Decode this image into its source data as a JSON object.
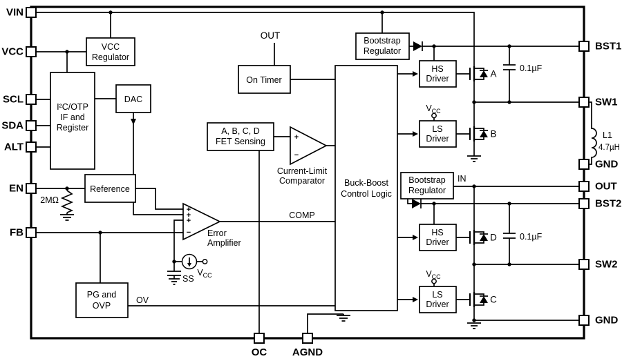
{
  "diagram": {
    "pins": {
      "left": [
        "VIN",
        "VCC",
        "SCL",
        "SDA",
        "ALT",
        "EN",
        "FB"
      ],
      "right": [
        "BST1",
        "SW1",
        "GND",
        "OUT",
        "BST2",
        "SW2",
        "GND"
      ],
      "bottom": [
        "OC",
        "AGND"
      ]
    },
    "blocks": {
      "vcc_regulator": {
        "l1": "VCC",
        "l2": "Regulator"
      },
      "i2c_otp": {
        "l1": "I²C/OTP",
        "l2": "IF and",
        "l3": "Register"
      },
      "dac": {
        "l1": "DAC"
      },
      "reference": {
        "l1": "Reference"
      },
      "on_timer": {
        "l1": "On Timer"
      },
      "fet_sensing": {
        "l1": "A, B, C, D",
        "l2": "FET Sensing"
      },
      "buck_boost_logic": {
        "l1": "Buck-Boost",
        "l2": "Control Logic"
      },
      "bootstrap_reg1": {
        "l1": "Bootstrap",
        "l2": "Regulator"
      },
      "hs_driver1": {
        "l1": "HS",
        "l2": "Driver"
      },
      "ls_driver1": {
        "l1": "LS",
        "l2": "Driver"
      },
      "bootstrap_reg2": {
        "l1": "Bootstrap",
        "l2": "Regulator"
      },
      "hs_driver2": {
        "l1": "HS",
        "l2": "Driver"
      },
      "ls_driver2": {
        "l1": "LS",
        "l2": "Driver"
      },
      "pg_ovp": {
        "l1": "PG and",
        "l2": "OVP"
      }
    },
    "amplifiers": {
      "error_amp": {
        "l1": "Error",
        "l2": "Amplifier"
      },
      "current_limit_comparator": {
        "l1": "Current-Limit",
        "l2": "Comparator"
      }
    },
    "net_labels": {
      "out_top": "OUT",
      "comp": "COMP",
      "ov": "OV",
      "ss": "SS",
      "in_net": "IN"
    },
    "components": {
      "cap_bst1": "0.1µF",
      "cap_bst2": "0.1µF",
      "inductor_ref": "L1",
      "inductor_value": "4.7µH",
      "en_pulldown": "2MΩ"
    },
    "fets": {
      "a": "A",
      "b": "B",
      "c": "C",
      "d": "D"
    },
    "symbols": {
      "plus": "+",
      "minus": "−",
      "vcc_base": "V",
      "vcc_sub": "CC"
    }
  }
}
